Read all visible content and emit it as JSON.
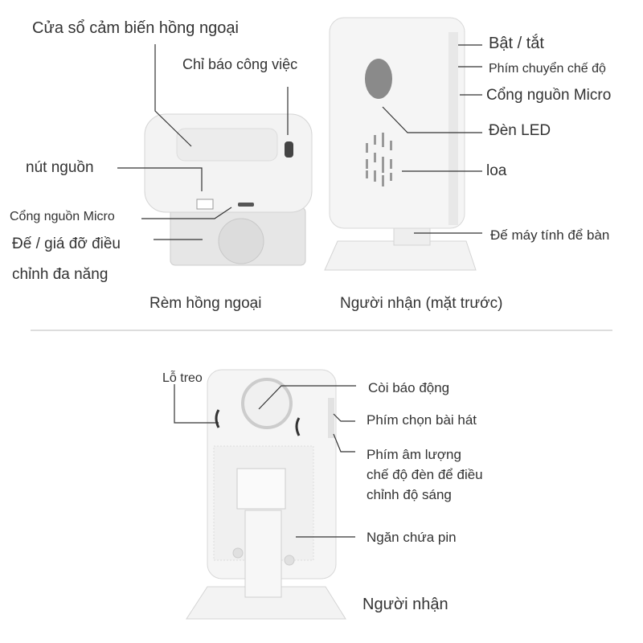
{
  "sensor": {
    "caption": "Rèm hồng ngoại",
    "labels": {
      "window": "Cửa sổ cảm biến hồng ngoại",
      "indicator": "Chỉ báo công việc",
      "power_button": "nút nguồn",
      "micro_port": "Cổng nguồn Micro",
      "mount_line1": "Đế / giá đỡ điều",
      "mount_line2": "chỉnh đa năng"
    }
  },
  "receiver_front": {
    "caption": "Người nhận (mặt trước)",
    "labels": {
      "on_off": "Bật / tắt",
      "mode_key": "Phím chuyển chế độ",
      "micro_port": "Cổng nguồn Micro",
      "led": "Đèn LED",
      "speaker": "loa",
      "desk_stand": "Đế máy tính để bàn"
    }
  },
  "receiver_back": {
    "caption": "Người nhận",
    "labels": {
      "hang_hole": "Lỗ treo",
      "siren": "Còi báo động",
      "song_key": "Phím chọn bài hát",
      "volume_line1": "Phím âm lượng",
      "volume_line2": "chế độ đèn để điều",
      "volume_line3": "chỉnh độ sáng",
      "battery": "Ngăn chứa pin"
    }
  },
  "colors": {
    "device": "#f2f2f2",
    "outline": "#d0d0d0",
    "leader": "#333333"
  }
}
